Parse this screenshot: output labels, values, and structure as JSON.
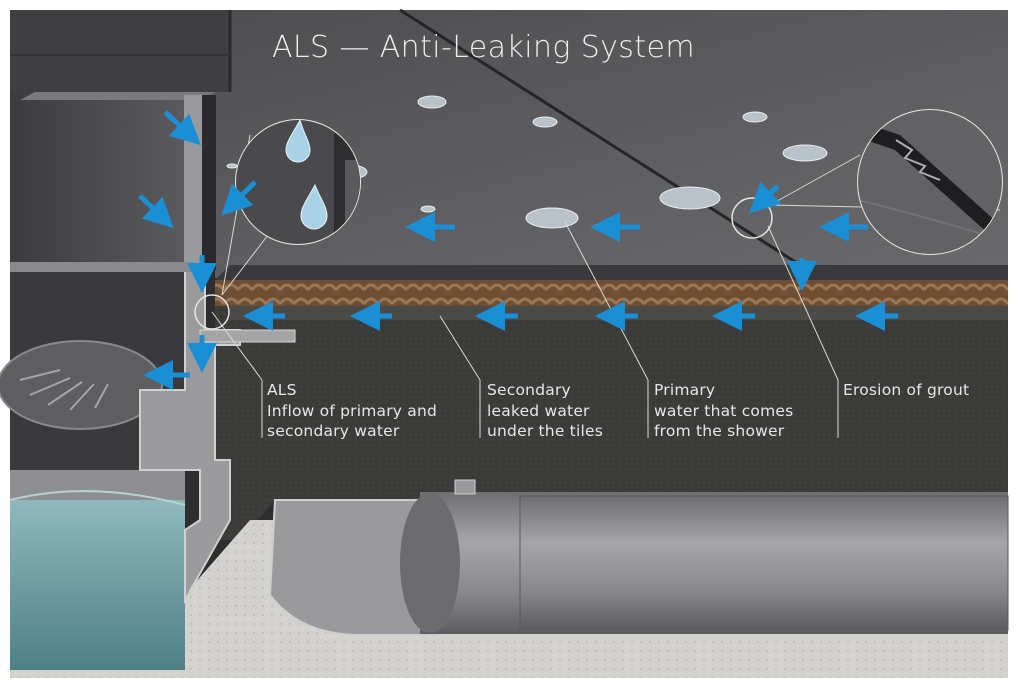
{
  "title": "ALS — Anti-Leaking System",
  "labels": [
    {
      "id": "als",
      "lines": [
        "ALS",
        "Inflow of primary and",
        "secondary water"
      ]
    },
    {
      "id": "secondary",
      "lines": [
        "Secondary",
        "leaked water",
        "under the tiles"
      ]
    },
    {
      "id": "primary",
      "lines": [
        "Primary",
        "water that comes",
        "from the shower"
      ]
    },
    {
      "id": "erosion",
      "lines": [
        "Erosion of grout"
      ]
    }
  ],
  "colors": {
    "background": "#ffffff",
    "tile": "#58585a",
    "screed": "#3a3a38",
    "mortar_bed": "#7a5a3c",
    "water_arrow": "#1a8fd6",
    "leader_line": "#d8d8d8",
    "pipe": "#8c8c8e",
    "water": "#6c9aa0",
    "concrete": "#d2d0cc"
  }
}
